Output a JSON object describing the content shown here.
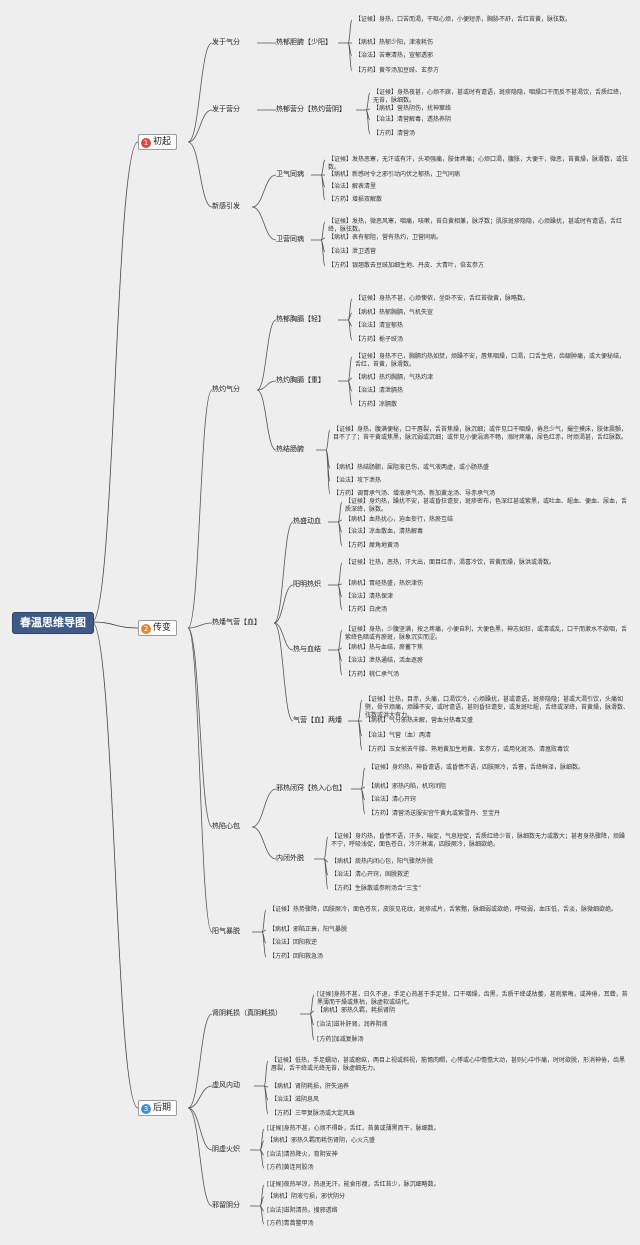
{
  "root": {
    "label": "春温思维导图"
  },
  "stages": [
    {
      "num": "1",
      "label": "初起",
      "badge_color": "#e2463a",
      "children": [
        {
          "label": "发于气分",
          "children": [
            {
              "label": "热郁胆腑【少阳】",
              "leaves": [
                "【证候】身热，口苦而渴，干呕心烦，小便短赤，胸胁不舒，舌红苔黄，脉弦数。",
                "【病机】热郁少阳，津液耗伤",
                "【治法】苦寒清热，宣郁透邪",
                "【方药】黄芩汤加豆豉、玄参方"
              ]
            }
          ]
        },
        {
          "label": "发于营分",
          "children": [
            {
              "label": "热郁营分【热灼营阴】",
              "leaves": [
                "【证候】身热夜甚，心烦不寐，甚或时有谵语，斑疹隐隐，咽燥口干而反不甚渴饮，舌质红绛，无苔，脉细数。",
                "【病机】营热阴伤，扰神窜络",
                "【治法】清营解毒，透热养阴",
                "【方药】清营汤"
              ]
            }
          ]
        },
        {
          "label": "新感引发",
          "children": [
            {
              "label": "卫气同病",
              "leaves": [
                "【证候】发热恶寒，无汗或有汗，头项强痛，肢体疼痛；心烦口渴，腹胀，大便干，微恶，苔黄燥，脉滑数，或弦数。",
                "【病机】新感时令之邪引动内伏之郁热，卫气同病",
                "【治法】解表清里",
                "【方药】增损双解散"
              ]
            },
            {
              "label": "卫营同病",
              "leaves": [
                "【证候】发热，微恶风寒，咽痛，咳嗽，苔白黄相兼，脉浮数；肌肤斑疹隐隐，心烦躁扰，甚或时有谵语，舌红绛，脉弦数。",
                "【病机】表有郁阻，营有热灼，卫营同病。",
                "【治法】泄卫透营",
                "【方药】银翘散去豆豉加细生地、丹皮、大青叶，倍玄参方"
              ]
            }
          ]
        }
      ]
    },
    {
      "num": "2",
      "label": "传变",
      "badge_color": "#e8852c",
      "children": [
        {
          "label": "热灼气分",
          "children": [
            {
              "label": "热郁胸膈【轻】",
              "leaves": [
                "【证候】身热不甚，心烦懊侬，坐卧不安，舌红苔微黄，脉略数。",
                "【病机】热郁胸膈，气机失宣",
                "【治法】清宣郁热",
                "【方药】栀子豉汤"
              ]
            },
            {
              "label": "热灼胸膈【重】",
              "leaves": [
                "【证候】身热不已，胸膈灼热如焚，烦躁不安，唇焦咽燥，口渴，口舌生疮，齿龈肿痛，或大便秘结，舌红，苔黄，脉滑数。",
                "【病机】热灼胸膈，气热灼津",
                "【治法】清泄膈热",
                "【方药】凉膈散"
              ]
            },
            {
              "label": "热结肠腑",
              "leaves": [
                "【证候】身热，腹满便秘，口干唇裂，舌苔焦燥，脉沉细；或伴见口干咽燥，倦怠少气，撮空摸床，肢体震颤，目不了了；苔干黄或焦黑，脉沉弱或沉细；或伴见小便涓滴不畅，溺时疼痛，尿色红赤，时烦渴甚，舌红脉数。",
                "【病机】热结肠腑，屎阻液已伤，或气液两虚，或小肠热盛",
                "【治法】攻下泄热",
                "【方药】调胃承气汤、增液承气汤、新加黄龙汤、导赤承气汤"
              ]
            }
          ]
        },
        {
          "label": "热燔气营【血】",
          "children": [
            {
              "label": "热盛动血",
              "leaves": [
                "【证候】身灼热，躁扰不安，甚或昏狂谵妄，斑疹密布，色深红甚或紫黑，或吐血、衄血、便血、尿血，舌质深绛，脉数。",
                "【病机】血热扰心，迫血妄行，热瘀互结",
                "【治法】凉血散血，清热解毒",
                "【方药】犀角地黄汤"
              ]
            },
            {
              "label": "阳明热炽",
              "leaves": [
                "【证候】壮热，恶热，汗大出，面目红赤，渴喜冷饮，苔黄而燥，脉洪或滑数。",
                "【病机】胃经热盛，热炽津伤",
                "【治法】清热保津",
                "【方药】白虎汤"
              ]
            },
            {
              "label": "热与血结",
              "leaves": [
                "【证候】身热，少腹坚满，按之疼痛，小便自利，大便色黑，神志如狂，或清或乱，口干而漱水不欲咽，舌紫绛色暗或有瘀斑，脉象沉实而涩。",
                "【病机】热与血结，瘀蓄下焦",
                "【治法】泄热通结，活血逐瘀",
                "【方药】桃仁承气汤"
              ]
            },
            {
              "label": "气营【血】两燔",
              "leaves": [
                "【证候】壮热，目赤，头痛，口渴饮冷，心烦躁扰，甚或谵语，斑疹隐隐；甚或大渴引饮，头痛如劈，骨节烦痛，烦躁不安，或时谵语，甚则昏狂谵妄，或发斑吐衄，舌绛或深绛，苔黄燥，脉滑数、弦数或洪大有力。",
                "【病机】气分邪热未解，营血分热毒又盛",
                "【治法】气营（血）两清",
                "【方药】玉女煎去牛膝、熟地黄加生地黄、玄参方，或用化斑汤、清瘟败毒饮"
              ]
            }
          ]
        },
        {
          "label": "热陷心包",
          "children": [
            {
              "label": "邪热闭窍【热入心包】",
              "leaves": [
                "【证候】身灼热，神昏谵语，或昏愦不语，四肢厥冷，舌謇，舌绛鲜泽，脉细数。",
                "【病机】邪热内陷，机窍闭阻",
                "【治法】清心开窍",
                "【方药】清营汤送服安宫牛黄丸或紫雪丹、至宝丹"
              ]
            },
            {
              "label": "内闭外脱",
              "leaves": [
                "【证候】身灼热，昏愦不语，汗多，喘促，气息短促，舌质红绛少苔，脉细数无力或散大；甚者身热骤降，烦躁不宁，呼吸浅促，面色苍白，冷汗淋漓，四肢厥冷，脉细欲绝。",
                "【病机】痰热内闭心包，阳气骤然外脱",
                "【治法】清心开窍，固脱救逆",
                "【方药】生脉散或参附汤合“三宝”"
              ]
            }
          ]
        },
        {
          "label": "阳气暴脱",
          "leaves": [
            "【证候】热势骤降，四肢厥冷，面色苍灰，皮肤见花纹，斑疹成片，舌紫黯，脉细弱或欲绝，呼吸弱，血压低，舌淡，脉微细欲绝。",
            "【病机】邪陷正衰，阳气暴脱",
            "【治法】回阳救逆",
            "【方药】回阳救急汤"
          ]
        }
      ]
    },
    {
      "num": "3",
      "label": "后期",
      "badge_color": "#3a8fd6",
      "children": [
        {
          "label": "肾阴耗损（真阴耗损）",
          "leaves": [
            "[证候]身热不甚，日久不退，手足心热甚于手足背，口干咽燥，齿黑，舌质干绛或枯萎，甚则紫晦，或神倦，耳聋，苔黑薄而干燥或焦枯，脉虚软或结代。",
            "【病机】邪热久羁，耗损肾阴",
            "[治法]滋补肝肾，润养阴液",
            "[方药]加减复脉汤"
          ]
        },
        {
          "label": "虚风内动",
          "leaves": [
            "【证候】低热，手足蠕动，甚或瘛疭，两目上视或斜视，筋惕肉瞤，心悸或心中憺憺大动，甚则心中作痛，时时欲脱，形消神倦，齿黑唇裂，舌干绛或光绛无苔，脉虚细无力。",
            "【病机】肾阴耗损，肝失涵养",
            "【治法】滋阴息风",
            "【方药】三甲复脉汤或大定风珠"
          ]
        },
        {
          "label": "阴虚火炽",
          "leaves": [
            "[证候]身热不甚，心烦不得卧，舌红，苔黄或薄黑而干，脉细数。",
            "【病机】邪热久羁而耗伤肾阴，心火亢盛",
            "[治法]清热降火，育阴安神",
            "[方药]黄连阿胶汤"
          ]
        },
        {
          "label": "邪留阴分",
          "leaves": [
            "[证候]夜热早凉，热退无汗，能食形瘦，舌红苔少，脉沉细略数。",
            "【病机】阴液亏损，邪伏阴分",
            "[治法]滋阴清热，搜邪透络",
            "[方药]青蒿鳖甲汤"
          ]
        }
      ]
    }
  ]
}
